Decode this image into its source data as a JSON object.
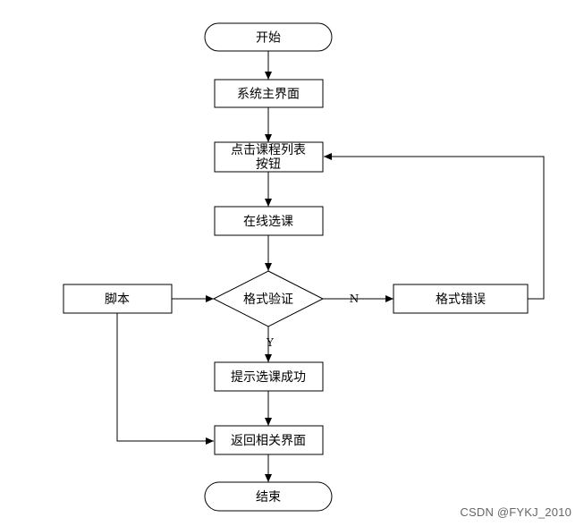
{
  "colors": {
    "stroke": "#000000",
    "fill": "#ffffff",
    "text": "#000000",
    "watermark": "#666666"
  },
  "nodes": {
    "start": "开始",
    "main_ui": "系统主界面",
    "click_list_line1": "点击课程列表",
    "click_list_line2": "按钮",
    "select_online": "在线选课",
    "script": "脚本",
    "validate": "格式验证",
    "format_error": "格式错误",
    "success": "提示选课成功",
    "return_ui": "返回相关界面",
    "end": "结束"
  },
  "edges": {
    "no_label": "N",
    "yes_label": "Y"
  },
  "watermark": "CSDN @FYKJ_2010"
}
